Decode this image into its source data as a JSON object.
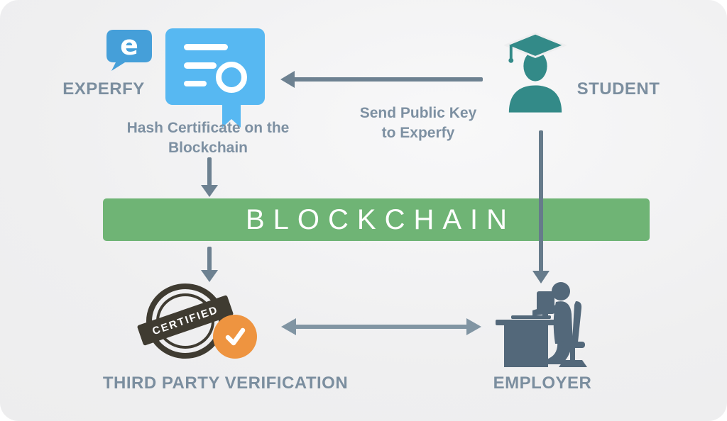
{
  "diagram": {
    "experfy": {
      "label": "EXPERFY",
      "logo_letter": "e"
    },
    "certificate": {
      "caption": "Hash Certificate on the Blockchain"
    },
    "student": {
      "label": "STUDENT",
      "caption": "Send Public Key to Experfy"
    },
    "blockchain": {
      "label": "BLOCKCHAIN"
    },
    "third_party": {
      "label": "THIRD PARTY VERIFICATION",
      "stamp_text": "CERTIFIED"
    },
    "employer": {
      "label": "EMPLOYER"
    }
  },
  "colors": {
    "background": "#ededee",
    "experfy_blue": "#459fd9",
    "certificate_blue": "#57b8f2",
    "blockchain_green": "#6fb475",
    "arrow_gray": "#6d8191",
    "double_arrow_gray": "#8195a3",
    "label_slate": "#7b8e9f",
    "stamp_dark": "#3f3b31",
    "check_orange": "#ee9440",
    "student_teal": "#338a88",
    "employer_slate": "#53687a"
  }
}
